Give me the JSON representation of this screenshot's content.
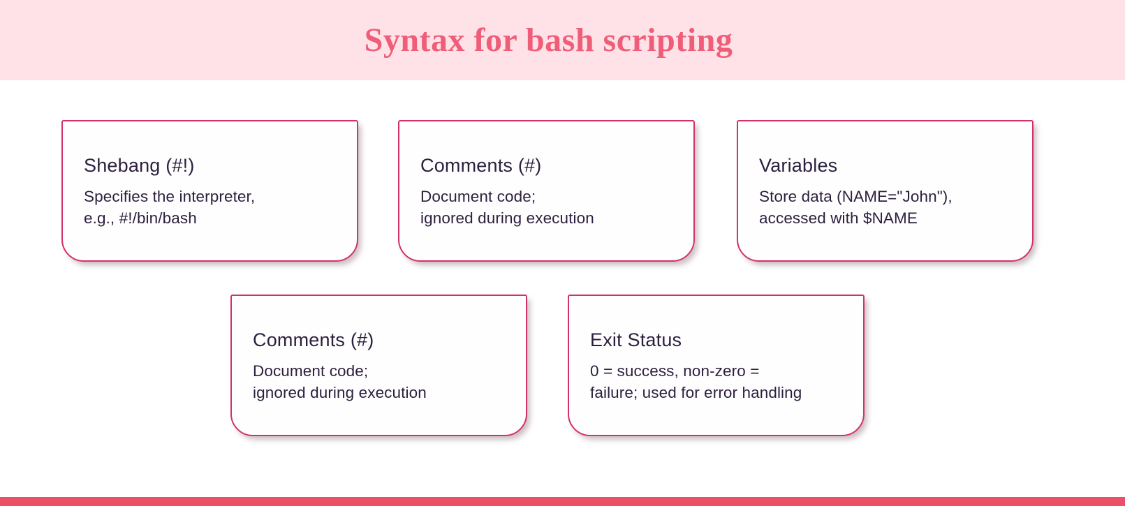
{
  "page": {
    "title": "Syntax for bash scripting"
  },
  "theme": {
    "header_background": "#ffe2e7",
    "title_color": "#ef5d78",
    "card_border_color": "#d3316b",
    "card_background": "#fffefe",
    "card_text_color": "#2c1f3e",
    "bottom_bar_color": "#eb5067",
    "canvas_background": "#ffffff"
  },
  "cards": [
    {
      "title": "Shebang (#!)",
      "lines": [
        "Specifies the interpreter,",
        "e.g., #!/bin/bash"
      ]
    },
    {
      "title": "Comments (#)",
      "lines": [
        "Document code;",
        "ignored during execution"
      ]
    },
    {
      "title": "Variables",
      "lines": [
        "Store data (NAME=\"John\"),",
        "accessed with $NAME"
      ]
    },
    {
      "title": "Comments (#)",
      "lines": [
        "Document code;",
        "ignored during execution"
      ]
    },
    {
      "title": "Exit Status",
      "lines": [
        "0 = success, non-zero =",
        "failure; used for error handling"
      ]
    }
  ]
}
